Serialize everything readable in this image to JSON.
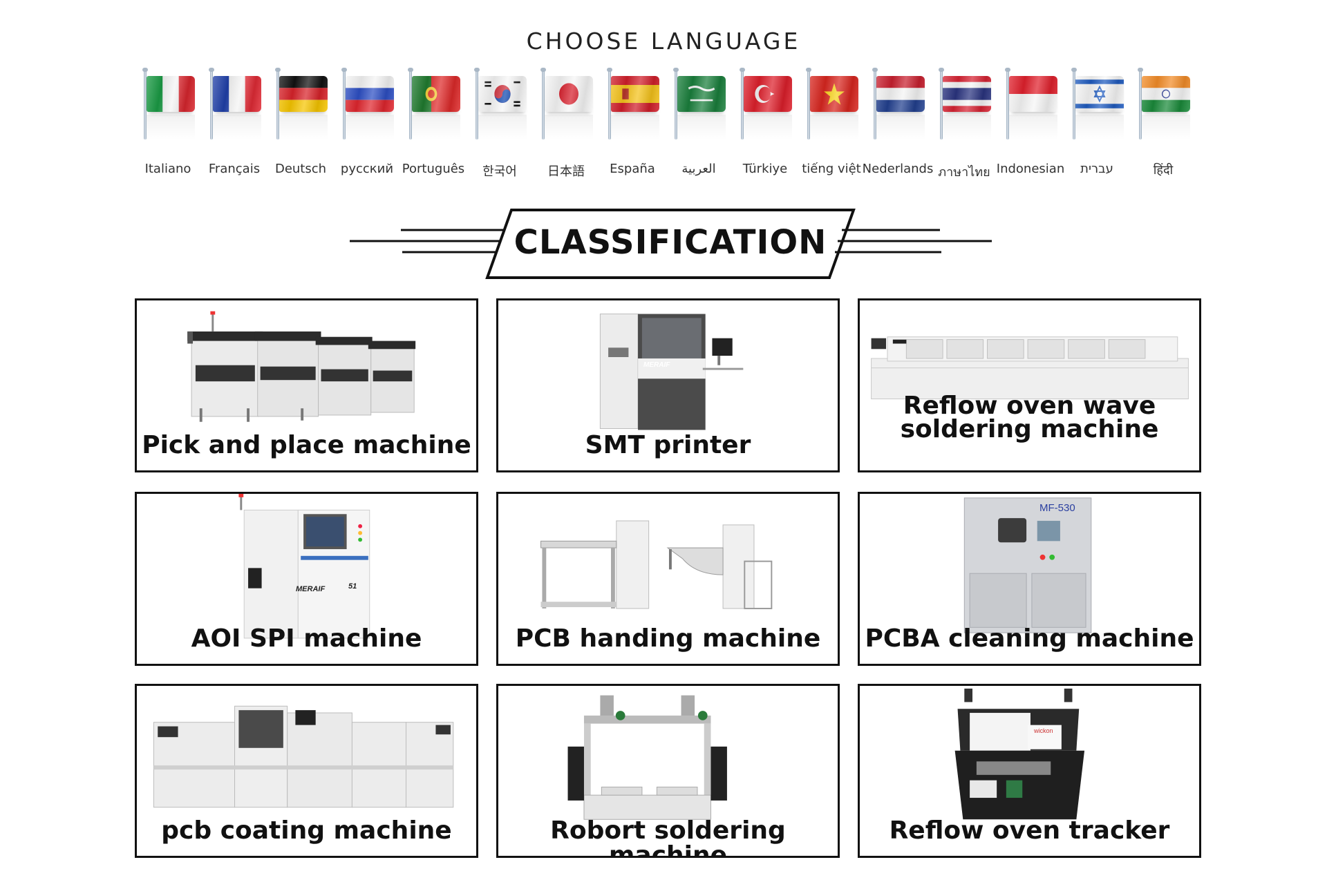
{
  "header": {
    "choose_language": "CHOOSE LANGUAGE"
  },
  "languages": [
    {
      "label": "Italiano",
      "icon": "italy-flag-icon"
    },
    {
      "label": "Français",
      "icon": "france-flag-icon"
    },
    {
      "label": "Deutsch",
      "icon": "germany-flag-icon"
    },
    {
      "label": "русский",
      "icon": "russia-flag-icon"
    },
    {
      "label": "Português",
      "icon": "portugal-flag-icon"
    },
    {
      "label": "한국어",
      "icon": "korea-flag-icon"
    },
    {
      "label": "日本語",
      "icon": "japan-flag-icon"
    },
    {
      "label": "España",
      "icon": "spain-flag-icon"
    },
    {
      "label": "اﻟﻌﺮﺑﻴﺔ",
      "icon": "saudi-arabia-flag-icon"
    },
    {
      "label": "Türkiye",
      "icon": "turkey-flag-icon"
    },
    {
      "label": "tiếng việt",
      "icon": "vietnam-flag-icon"
    },
    {
      "label": "Nederlands",
      "icon": "netherlands-flag-icon"
    },
    {
      "label": "ภาษาไทย",
      "icon": "thailand-flag-icon"
    },
    {
      "label": "Indonesian",
      "icon": "indonesia-flag-icon"
    },
    {
      "label": "עברית",
      "icon": "israel-flag-icon"
    },
    {
      "label": "हिंदी",
      "icon": "india-flag-icon"
    }
  ],
  "classification": {
    "title": "CLASSIFICATION",
    "items": [
      {
        "label": "Pick and place machine",
        "icon": "pick-and-place-machine-image"
      },
      {
        "label": "SMT printer",
        "icon": "smt-printer-image"
      },
      {
        "label": "Reflow oven wave soldering machine",
        "icon": "reflow-oven-image"
      },
      {
        "label": "AOI SPI machine",
        "icon": "aoi-spi-machine-image"
      },
      {
        "label": "PCB handing machine",
        "icon": "pcb-handling-machine-image"
      },
      {
        "label": "PCBA cleaning machine",
        "icon": "pcba-cleaning-machine-image"
      },
      {
        "label": "pcb coating machine",
        "icon": "pcb-coating-machine-image"
      },
      {
        "label": "Robort soldering machine",
        "icon": "robot-soldering-machine-image"
      },
      {
        "label": "Reflow oven tracker",
        "icon": "reflow-oven-tracker-image"
      }
    ],
    "product_marks": {
      "smt_printer_brand": "MERAIF",
      "aoi_brand": "MERAIF",
      "aoi_model": "51",
      "cleaning_model": "MF-530",
      "tracker_brand": "wickon"
    }
  },
  "colors": {
    "text": "#111111",
    "border": "#111111",
    "background": "#ffffff"
  }
}
